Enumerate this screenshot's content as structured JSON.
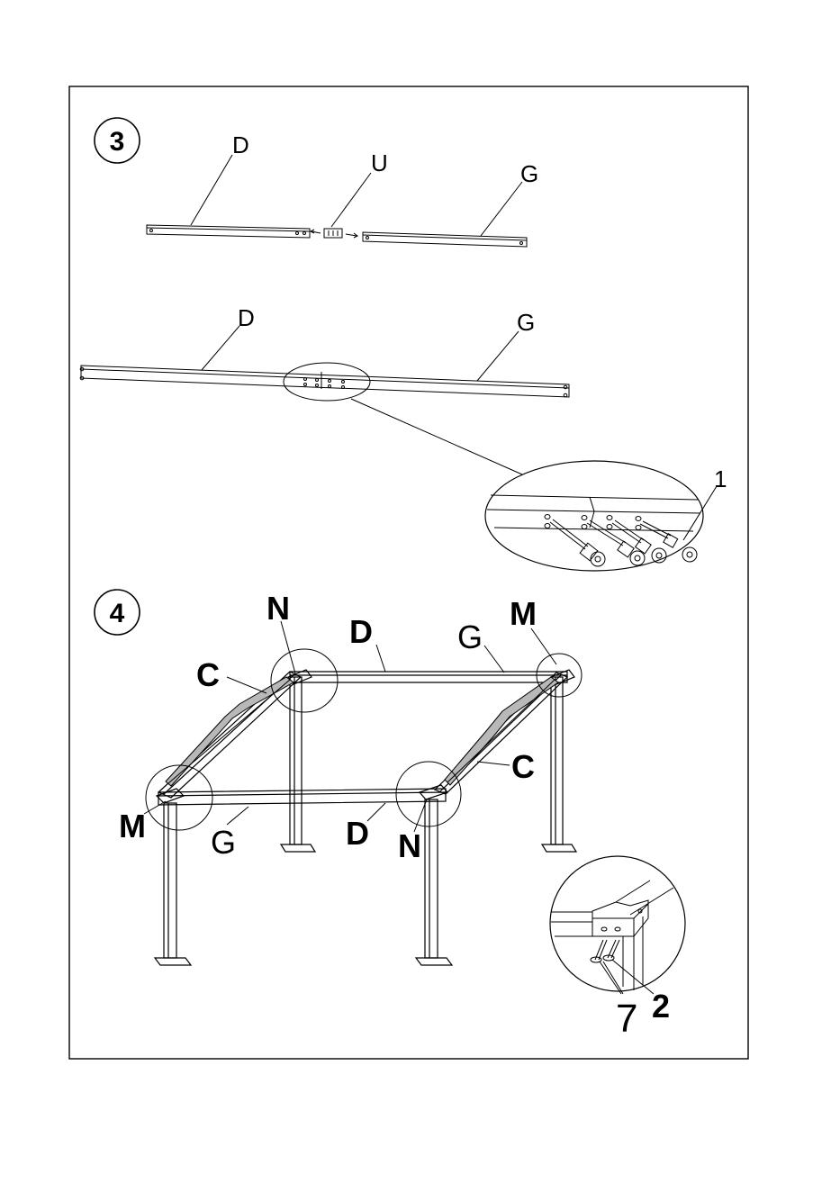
{
  "steps": [
    {
      "number": "3",
      "labels": {
        "top_left": "D",
        "top_middle": "U",
        "top_right": "G",
        "mid_left": "D",
        "mid_right": "G",
        "detail_part": "1"
      }
    },
    {
      "number": "4",
      "labels": {
        "n_top": "N",
        "d_top": "D",
        "g_top": "G",
        "m_top": "M",
        "c_left": "C",
        "c_right": "C",
        "m_left": "M",
        "g_bottom": "G",
        "d_bottom": "D",
        "n_bottom": "N",
        "detail_bolt": "7",
        "detail_nut": "2"
      }
    }
  ],
  "colors": {
    "ink": "#000000",
    "paper": "#ffffff",
    "hatch": "#b8b8b8"
  }
}
